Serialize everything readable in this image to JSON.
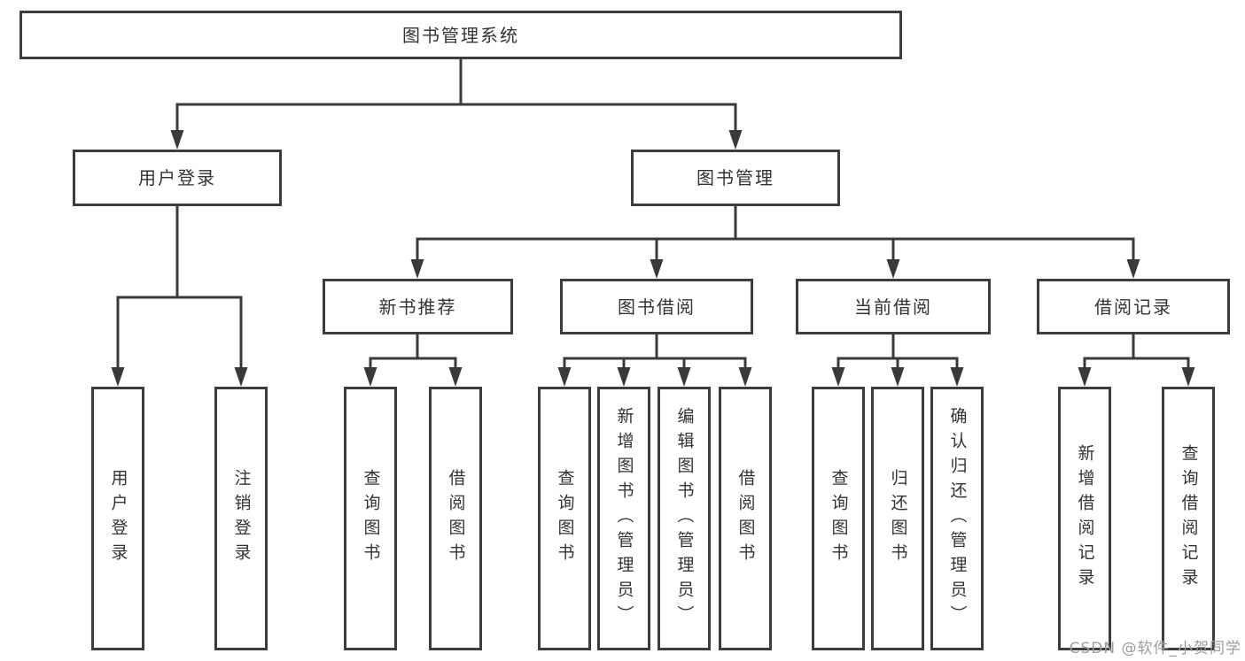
{
  "diagram_title": "图书管理系统",
  "tree": {
    "label": "图书管理系统",
    "children": [
      {
        "label": "用户登录",
        "children": [
          {
            "label": "用户登录"
          },
          {
            "label": "注销登录"
          }
        ]
      },
      {
        "label": "图书管理",
        "children": [
          {
            "label": "新书推荐",
            "children": [
              {
                "label": "查询图书"
              },
              {
                "label": "借阅图书"
              }
            ]
          },
          {
            "label": "图书借阅",
            "children": [
              {
                "label": "查询图书"
              },
              {
                "label": "新增图书（管理员）"
              },
              {
                "label": "编辑图书（管理员）"
              },
              {
                "label": "借阅图书"
              }
            ]
          },
          {
            "label": "当前借阅",
            "children": [
              {
                "label": "查询图书"
              },
              {
                "label": "归还图书"
              },
              {
                "label": "确认归还（管理员）"
              }
            ]
          },
          {
            "label": "借阅记录",
            "children": [
              {
                "label": "新增借阅记录"
              },
              {
                "label": "查询借阅记录"
              }
            ]
          }
        ]
      }
    ]
  },
  "watermark": {
    "text": "CSDN @软件_小贺同学"
  },
  "colors": {
    "line": "#3a3a3a",
    "border": "#3d3d3d",
    "text": "#333333",
    "background": "#ffffff",
    "watermark": "#9c9c9c"
  }
}
